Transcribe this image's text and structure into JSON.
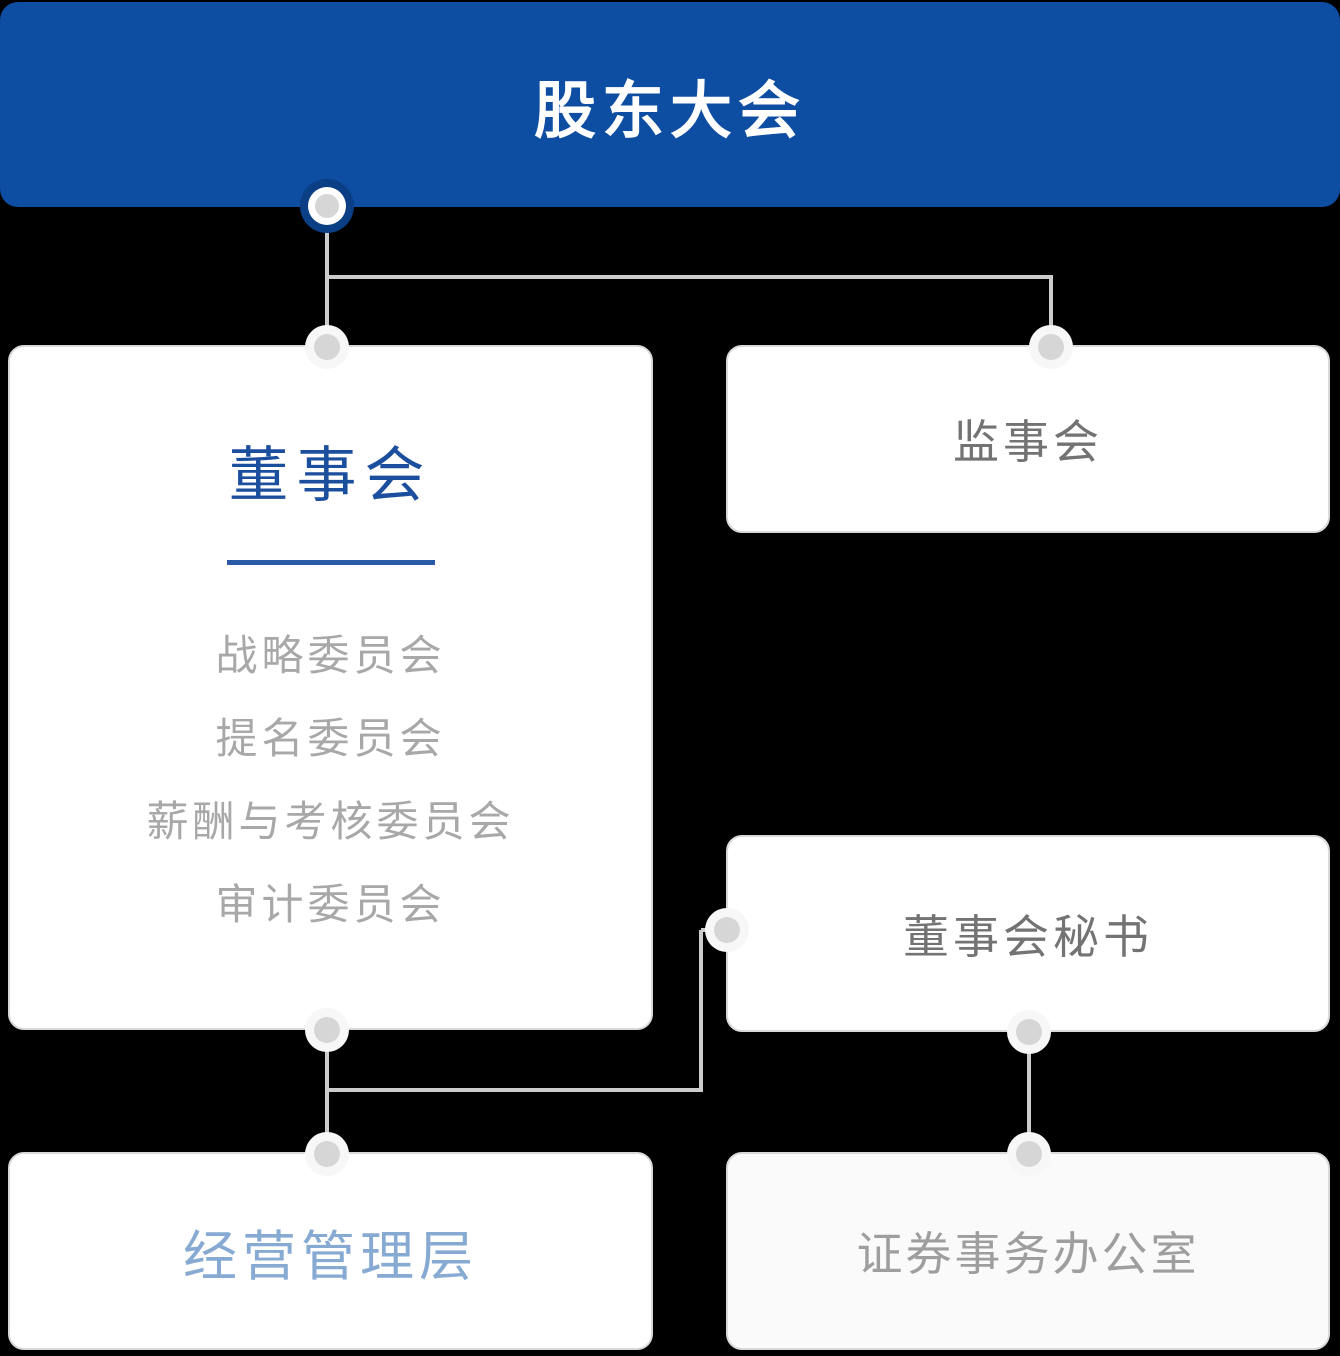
{
  "org_chart": {
    "header": {
      "title": "股东大会"
    },
    "board": {
      "title": "董事会",
      "committees": [
        "战略委员会",
        "提名委员会",
        "薪酬与考核委员会",
        "审计委员会"
      ]
    },
    "supervisors": {
      "label": "监事会"
    },
    "secretary": {
      "label": "董事会秘书"
    },
    "management": {
      "label": "经营管理层"
    },
    "securities_office": {
      "label": "证券事务办公室"
    },
    "colors": {
      "background": "#000000",
      "header_blue": "#0d4da2",
      "header_node_ring_blue": "#0a3e85",
      "board_title_blue": "#1b4f9e",
      "board_underline_blue": "#2a5aa6",
      "committee_gray": "#a8a8a8",
      "label_gray": "#737373",
      "secondary_label_gray": "#9e9e9e",
      "management_blue": "#87aad3",
      "connector_gray": "#cccccc",
      "box_border_gray": "#d9d9d9",
      "box_white": "#ffffff",
      "box_offwhite": "#fafafa"
    }
  }
}
